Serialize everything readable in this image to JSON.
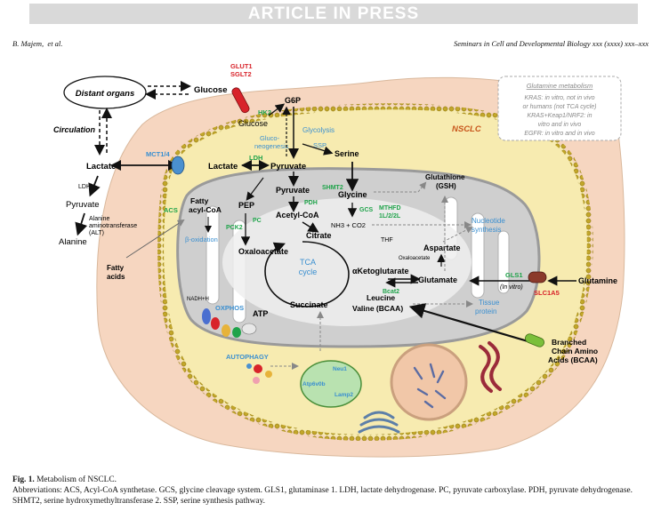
{
  "banner": "ARTICLE IN PRESS",
  "header": {
    "authors": "B. Majem,  et al.",
    "journal": "Seminars in Cell and Developmental Biology xxx (xxxx) xxx–xxx"
  },
  "figure": {
    "labels": {
      "distant_organs": "Distant organs",
      "glucose_top": "Glucose",
      "glut1": "GLUT1",
      "sglt2": "SGLT2",
      "circulation": "Circulation",
      "lactate_left": "Lactate",
      "ldh_left": "LDH",
      "pyruvate_left": "Pyruvate",
      "alt_line1": "Alanine",
      "alt_line2": "aminotransferase",
      "alt_line3": "(ALT)",
      "alanine": "Alanine",
      "acs": "ACS",
      "fatty_acids_1": "Fatty",
      "fatty_acids_2": "acids",
      "mct": "MCT1/4",
      "lactate_in": "Lactate",
      "ldh_in": "LDH",
      "hk2": "HK2",
      "glucose_in": "Glucose",
      "g6p": "G6P",
      "gluconeo_1": "Gluco-",
      "gluconeo_2": "neogenesis",
      "glycolysis": "Glycolysis",
      "ssp": "SSP",
      "serine": "Serine",
      "pyruvate_in": "Pyruvate",
      "nsclc": "NSCLC",
      "fatty_acyl_1": "Fatty",
      "fatty_acyl_2": "acyl-CoA",
      "beta_ox": "β-oxidation",
      "pep": "PEP",
      "pck2": "PCK2",
      "pc": "PC",
      "pyruvate_mito": "Pyruvate",
      "pdh": "PDH",
      "acetyl_coa": "Acetyl-CoA",
      "citrate": "Citrate",
      "oxaloacetate": "Oxaloacetate",
      "tca_1": "TCA",
      "tca_2": "cycle",
      "akg": "αKetoglutarate",
      "succinate": "Succinate",
      "shmt2": "SHMT2",
      "glycine": "Glycine",
      "gcs": "GCS",
      "nh3": "NH3 + CO2",
      "mthfd_1": "MTHFD",
      "mthfd_2": "1L/2/2L",
      "thf": "THF",
      "glutathione_1": "Glutathione",
      "glutathione_2": "(GSH)",
      "nucleotide_1": "Nucleotide",
      "nucleotide_2": "synthesis",
      "aspartate": "Aspartate",
      "oxaloacetate_small": "Oxaloacetate",
      "glutamate": "Glutamate",
      "gls1": "GLS1",
      "in_vitro": "(In vitro)",
      "glutamine": "Glutamine",
      "slc1a5": "SLC1A5",
      "bcat2": "Bcat2",
      "leucine": "Leucine",
      "valine": "Valine (BCAA)",
      "tissue_1": "Tissue",
      "tissue_2": "protein",
      "nadh": "NADH+H",
      "oxphos": "OXPHOS",
      "atp": "ATP",
      "autophagy": "AUTOPHAGY",
      "neu1": "Neu1",
      "atp6v0b": "Atp6v0b",
      "lamp2": "Lamp2",
      "bcaa_1": "Branched",
      "bcaa_2": "Chain Amino",
      "bcaa_3": "Acids (BCAA)"
    },
    "glutamine_box": {
      "title": "Glutamine metabolism",
      "lines": [
        "KRAS: in vitro, not in vivo",
        "or humans (not TCA cycle)",
        "KRAS+Keap1/NRF2: in",
        "vitro and in vivo",
        "EGFR: in vitro and in vivo"
      ]
    },
    "colors": {
      "enzyme_green": "#1fa34a",
      "blue_label": "#3a8fd0",
      "red_label": "#d8232a",
      "nsclc_orange": "#c8561c",
      "membrane_gold": "#b59a1e",
      "cytoplasm": "#f7ebb0",
      "outer_tissue": "#f6d6c0",
      "mitochondria": "#cfcfcf"
    }
  },
  "caption": {
    "label": "Fig. 1.",
    "title": "Metabolism of NSCLC.",
    "text": "Abbreviations: ACS, Acyl-CoA synthetase. GCS, glycine cleavage system. GLS1, glutaminase 1. LDH, lactate dehydrogenase. PC, pyruvate carboxylase. PDH, pyruvate dehydrogenase. SHMT2, serine hydroxymethyltransferase 2. SSP, serine synthesis pathway."
  }
}
